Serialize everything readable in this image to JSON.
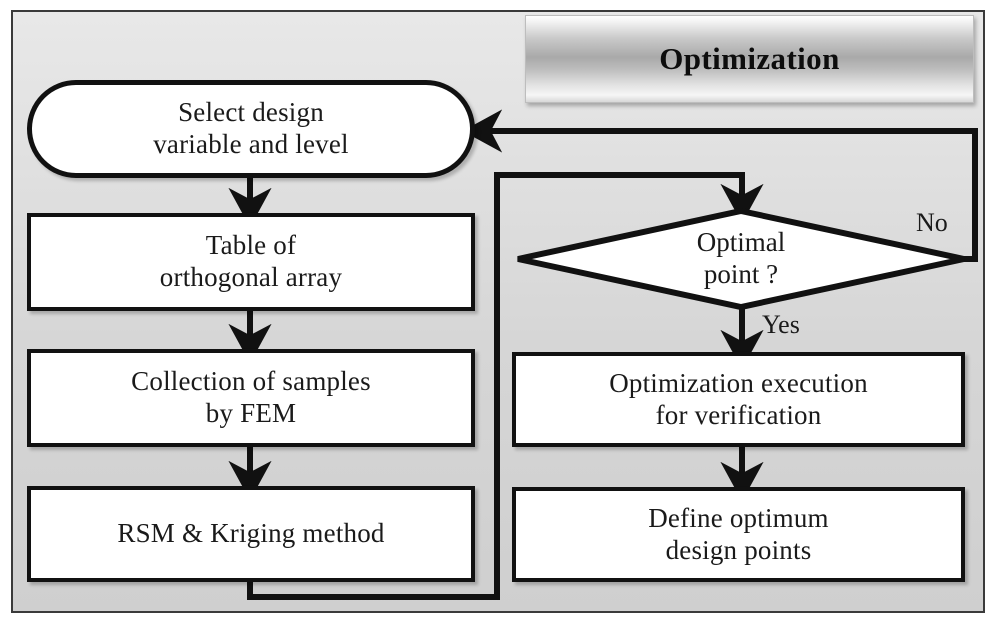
{
  "diagram": {
    "kind": "flowchart",
    "title": "Optimization",
    "background_color": "#d4d4d4",
    "node_fill": "#ffffff",
    "stroke_color": "#111111",
    "frame_color": "#3a3a3a",
    "nodes": [
      {
        "id": "select-design",
        "shape": "stadium",
        "line1": "Select design",
        "line2": "variable and level"
      },
      {
        "id": "orthogonal-array",
        "shape": "rectangle",
        "line1": "Table of",
        "line2": "orthogonal array"
      },
      {
        "id": "collection-samples",
        "shape": "rectangle",
        "line1": "Collection of samples",
        "line2": "by FEM"
      },
      {
        "id": "rsm-kriging",
        "shape": "rectangle",
        "line1": "RSM & Kriging method",
        "line2": ""
      },
      {
        "id": "optimal-point",
        "shape": "diamond",
        "line1": "Optimal",
        "line2": "point ?"
      },
      {
        "id": "optimization-execute",
        "shape": "rectangle",
        "line1": "Optimization execution",
        "line2": "for verification"
      },
      {
        "id": "define-optimum",
        "shape": "rectangle",
        "line1": "Define optimum",
        "line2": "design points"
      }
    ],
    "edge_labels": {
      "no": "No",
      "yes": "Yes"
    }
  }
}
